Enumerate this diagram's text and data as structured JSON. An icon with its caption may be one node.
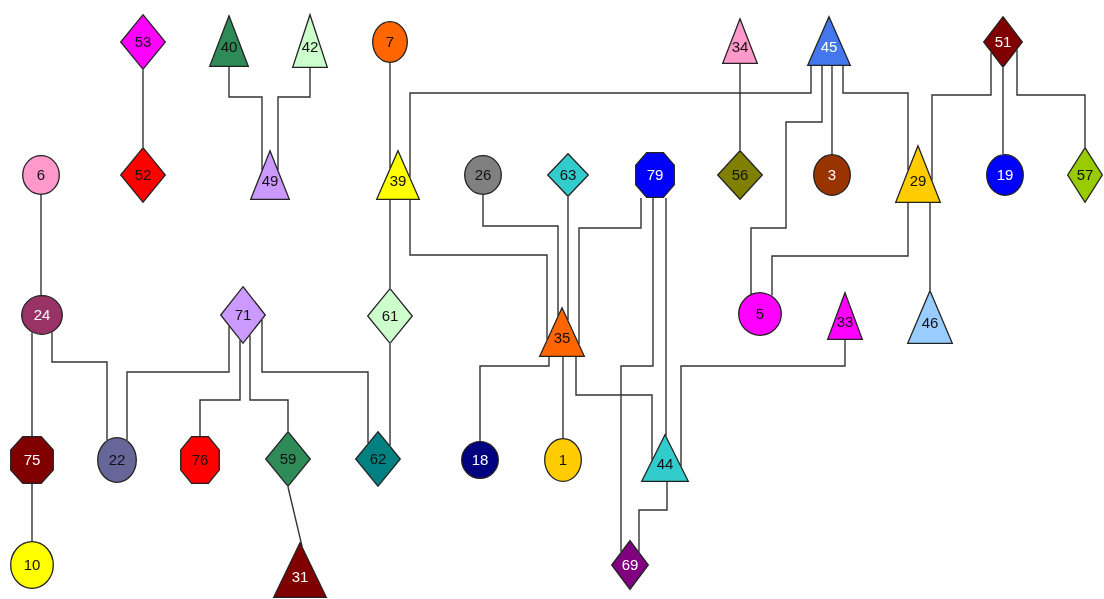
{
  "diagram": {
    "nodes": [
      {
        "text": [
          "53"
        ]
      },
      {
        "text": [
          "40"
        ]
      },
      {
        "text": [
          "42"
        ]
      },
      {
        "text": [
          "7"
        ]
      },
      {
        "text": [
          "34"
        ]
      },
      {
        "text": [
          "45"
        ]
      },
      {
        "text": [
          "51"
        ]
      },
      {
        "text": [
          "6"
        ]
      },
      {
        "text": [
          "52"
        ]
      },
      {
        "text": [
          "49"
        ]
      },
      {
        "text": [
          "39"
        ]
      },
      {
        "text": [
          "26"
        ]
      },
      {
        "text": [
          "63"
        ]
      },
      {
        "text": [
          "79"
        ]
      },
      {
        "text": [
          "56"
        ]
      },
      {
        "text": [
          "3"
        ]
      },
      {
        "text": [
          "29"
        ]
      },
      {
        "text": [
          "19"
        ]
      },
      {
        "text": [
          "57"
        ]
      },
      {
        "text": [
          "24"
        ]
      },
      {
        "text": [
          "71"
        ]
      },
      {
        "text": [
          "61"
        ]
      },
      {
        "text": [
          "35"
        ]
      },
      {
        "text": [
          "5"
        ]
      },
      {
        "text": [
          "33"
        ]
      },
      {
        "text": [
          "46"
        ]
      },
      {
        "text": [
          "75"
        ]
      },
      {
        "text": [
          "22"
        ]
      },
      {
        "text": [
          "76"
        ]
      },
      {
        "text": [
          "59"
        ]
      },
      {
        "text": [
          "62"
        ]
      },
      {
        "text": [
          "18"
        ]
      },
      {
        "text": [
          "1"
        ]
      },
      {
        "text": [
          "44"
        ]
      },
      {
        "text": [
          "10"
        ]
      },
      {
        "text": [
          "31"
        ]
      },
      {
        "text": [
          "69"
        ]
      }
    ],
    "edges": [
      {
        "from": 0,
        "to": 8,
        "arrow": "none"
      },
      {
        "from": 1,
        "to": 9,
        "arrow": "none"
      },
      {
        "from": 2,
        "to": 9,
        "arrow": "none"
      },
      {
        "from": 3,
        "to": 10,
        "arrow": "none"
      },
      {
        "from": 5,
        "to": 10,
        "arrow": "none"
      },
      {
        "from": 4,
        "to": 14,
        "arrow": "none"
      },
      {
        "from": 5,
        "to": 23,
        "arrow": "none"
      },
      {
        "from": 5,
        "to": 15,
        "arrow": "none"
      },
      {
        "from": 5,
        "to": 16,
        "arrow": "none"
      },
      {
        "from": 6,
        "to": 16,
        "arrow": "none"
      },
      {
        "from": 6,
        "to": 17,
        "arrow": "none"
      },
      {
        "from": 6,
        "to": 18,
        "arrow": "none"
      },
      {
        "from": 7,
        "to": 19,
        "arrow": "none"
      },
      {
        "from": 19,
        "to": 26,
        "arrow": "none"
      },
      {
        "from": 19,
        "to": 27,
        "arrow": "none"
      },
      {
        "from": 20,
        "to": 27,
        "arrow": "none"
      },
      {
        "from": 20,
        "to": 28,
        "arrow": "none"
      },
      {
        "from": 20,
        "to": 29,
        "arrow": "none"
      },
      {
        "from": 20,
        "to": 30,
        "arrow": "none"
      },
      {
        "from": 21,
        "to": 30,
        "arrow": "none"
      },
      {
        "from": 10,
        "to": 21,
        "arrow": "none"
      },
      {
        "from": 10,
        "to": 22,
        "arrow": "none"
      },
      {
        "from": 11,
        "to": 22,
        "arrow": "none"
      },
      {
        "from": 12,
        "to": 22,
        "arrow": "none"
      },
      {
        "from": 13,
        "to": 22,
        "arrow": "none"
      },
      {
        "from": 13,
        "to": 36,
        "arrow": "none"
      },
      {
        "from": 13,
        "to": 33,
        "arrow": "none"
      },
      {
        "from": 16,
        "to": 23,
        "arrow": "none"
      },
      {
        "from": 16,
        "to": 25,
        "arrow": "none"
      },
      {
        "from": 22,
        "to": 31,
        "arrow": "none"
      },
      {
        "from": 22,
        "to": 32,
        "arrow": "none"
      },
      {
        "from": 22,
        "to": 33,
        "arrow": "none"
      },
      {
        "from": 24,
        "to": 33,
        "arrow": "none"
      },
      {
        "from": 33,
        "to": 36,
        "arrow": "none"
      },
      {
        "from": 26,
        "to": 34,
        "arrow": "none"
      },
      {
        "from": 29,
        "to": 35,
        "arrow": "none"
      }
    ]
  }
}
